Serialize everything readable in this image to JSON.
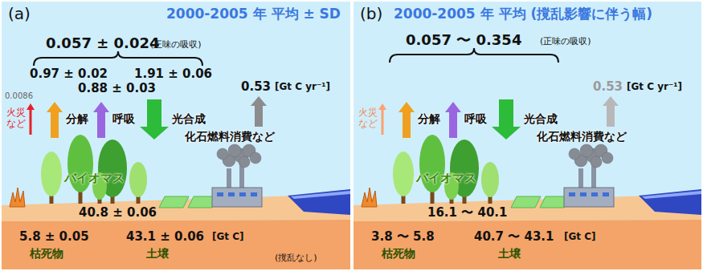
{
  "diagram": {
    "nodes": [
      {
        "text": [
          "(a)",
          "2000-2005 年 平均 ± SD"
        ]
      },
      {
        "text": [
          "(b)",
          "2000-2005 年 平均 (撹乱影響に伴う幅)"
        ]
      }
    ],
    "labels": [
      "0.057 ± 0.024",
      "(正味の吸収)",
      "0.97 ± 0.02",
      "0.88 ± 0.03",
      "1.91 ± 0.06",
      "0.53",
      "[Gt C yr⁻¹]",
      "0.0086",
      "火災 など",
      "分解",
      "呼吸",
      "光合成",
      "化石燃料消費など",
      "バイオマス",
      "40.8 ± 0.06",
      "5.8 ± 0.05",
      "43.1 ± 0.06",
      "[Gt C]",
      "枯死物",
      "土壌",
      "(撹乱なし)",
      "0.057 〜 0.354",
      "(正味の吸収)",
      "0.53",
      "[Gt C yr⁻¹]",
      "火災 など",
      "分解",
      "呼吸",
      "光合成",
      "化石燃料消費など",
      "バイオマス",
      "16.1 〜 40.1",
      "3.8 〜 5.8",
      "40.7 〜 43.1",
      "[Gt C]",
      "枯死物",
      "土壌"
    ]
  }
}
